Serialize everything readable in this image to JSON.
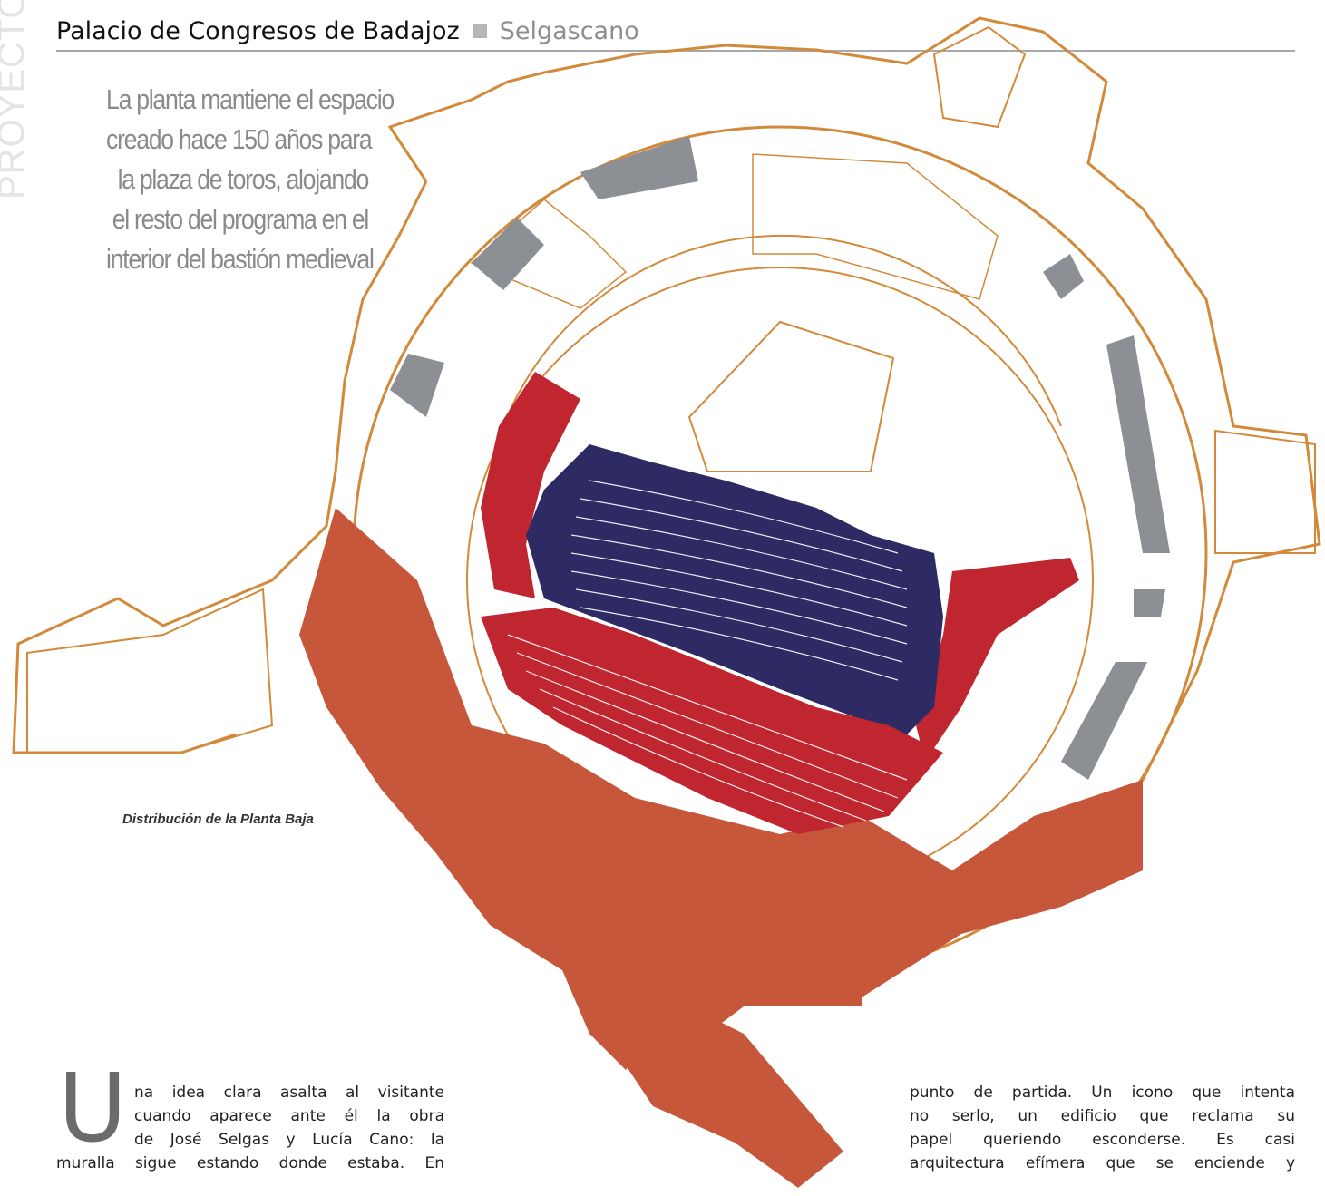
{
  "section_tag": "PROYECTO",
  "header": {
    "title": "Palacio de Congresos de Badajoz",
    "author": "Selgascano"
  },
  "pull_quote": [
    "La planta mantiene el espacio",
    "creado hace 150 años para",
    "la plaza de toros, alojando",
    "el resto del programa en el",
    "interior del bastión medieval"
  ],
  "caption": "Distribución de la Planta Baja",
  "body_left": {
    "dropcap": "U",
    "lines": [
      "na idea clara asalta al visitante",
      "cuando aparece ante él la obra",
      "de José Selgas y Lucía Cano: la",
      "muralla sigue estando donde estaba. En"
    ]
  },
  "body_right": {
    "lines": [
      "punto de partida. Un icono que intenta",
      "no serlo, un edificio que reclama su",
      "papel queriendo esconderse. Es casi",
      "arquitectura efímera que se enciende y"
    ]
  },
  "colors": {
    "outline": "#d28a3a",
    "lobby": "#c7573a",
    "seating_red": "#c0262f",
    "seating_blue": "#2d2a64",
    "gray_blocks": "#8c8f93",
    "quote_gray": "#8a8a8a"
  }
}
